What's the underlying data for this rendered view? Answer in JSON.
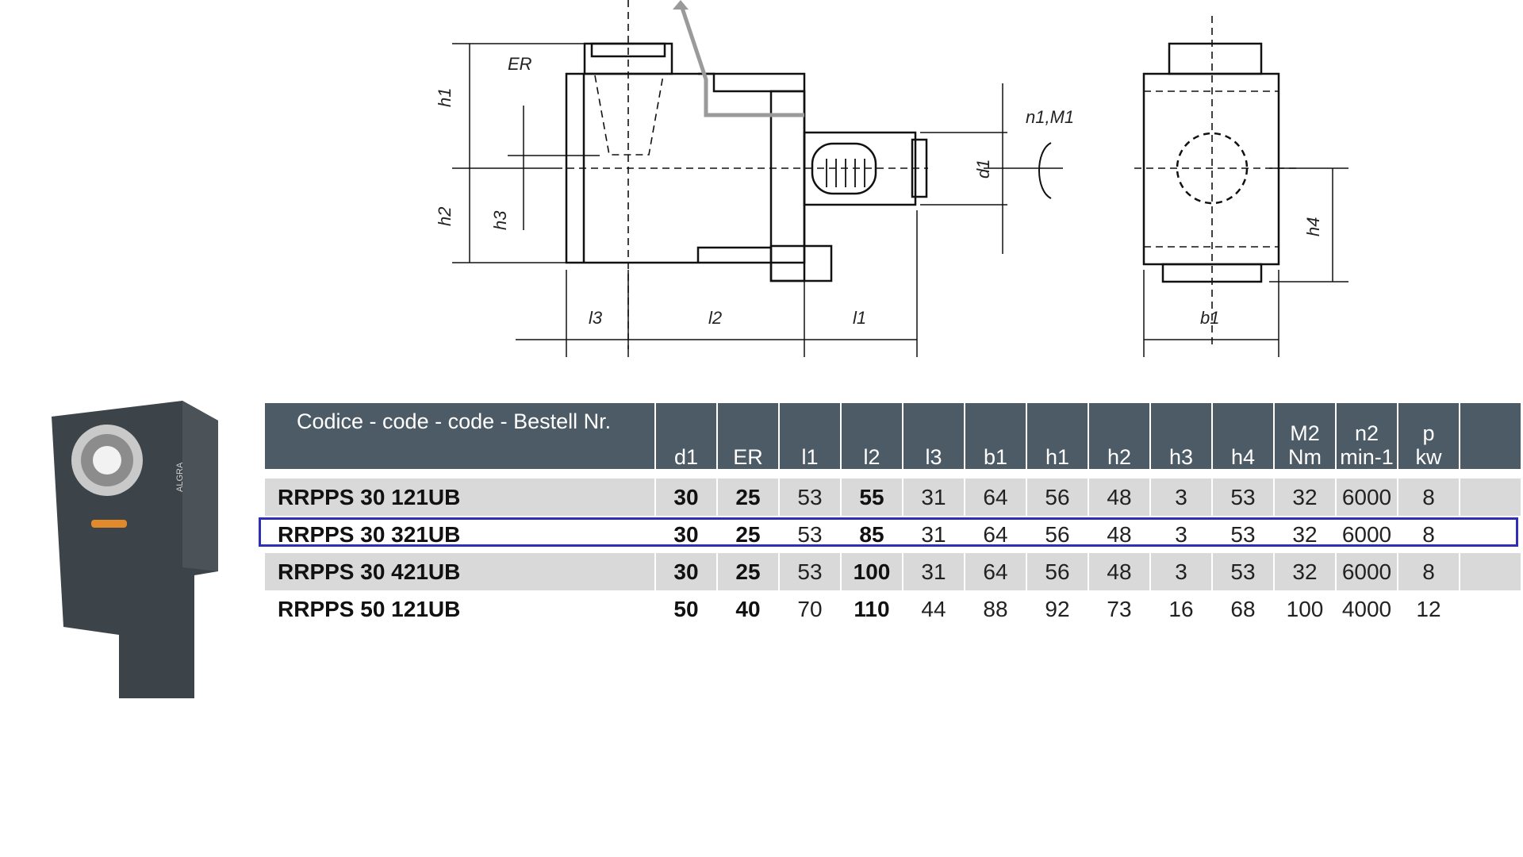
{
  "drawing": {
    "labels": {
      "er": "ER",
      "h1": "h1",
      "h2": "h2",
      "h3": "h3",
      "h4": "h4",
      "l1": "l1",
      "l2": "l2",
      "l3": "l3",
      "b1": "b1",
      "d1": "d1",
      "n1m1": "n1,M1"
    }
  },
  "photo": {
    "brand": "ALGRA",
    "icon": "product-photo-icon"
  },
  "table": {
    "headers": {
      "code": "Codice - code - code - Bestell Nr.",
      "d1": "d1",
      "er": "ER",
      "l1": "l1",
      "l2": "l2",
      "l3": "l3",
      "b1": "b1",
      "h1": "h1",
      "h2": "h2",
      "h3": "h3",
      "h4": "h4",
      "m2_top": "M2",
      "m2_bottom": "Nm",
      "n2_top": "n2",
      "n2_bottom": "min-1",
      "p_top": "p",
      "p_bottom": "kw"
    },
    "rows": [
      {
        "code": "RRPPS 30 121UB",
        "d1": "30",
        "er": "25",
        "l1": "53",
        "l2": "55",
        "l3": "31",
        "b1": "64",
        "h1": "56",
        "h2": "48",
        "h3": "3",
        "h4": "53",
        "m2": "32",
        "n2": "6000",
        "p": "8"
      },
      {
        "code": "RRPPS 30 321UB",
        "d1": "30",
        "er": "25",
        "l1": "53",
        "l2": "85",
        "l3": "31",
        "b1": "64",
        "h1": "56",
        "h2": "48",
        "h3": "3",
        "h4": "53",
        "m2": "32",
        "n2": "6000",
        "p": "8"
      },
      {
        "code": "RRPPS 30 421UB",
        "d1": "30",
        "er": "25",
        "l1": "53",
        "l2": "100",
        "l3": "31",
        "b1": "64",
        "h1": "56",
        "h2": "48",
        "h3": "3",
        "h4": "53",
        "m2": "32",
        "n2": "6000",
        "p": "8"
      },
      {
        "code": "RRPPS 50 121UB",
        "d1": "50",
        "er": "40",
        "l1": "70",
        "l2": "110",
        "l3": "44",
        "b1": "88",
        "h1": "92",
        "h2": "73",
        "h3": "16",
        "h4": "68",
        "m2": "100",
        "n2": "4000",
        "p": "12"
      }
    ],
    "highlighted_row": 1
  },
  "colors": {
    "header_bg": "#4d5b66",
    "row_grey": "#d9d9d9",
    "highlight": "#2f2fb5"
  }
}
